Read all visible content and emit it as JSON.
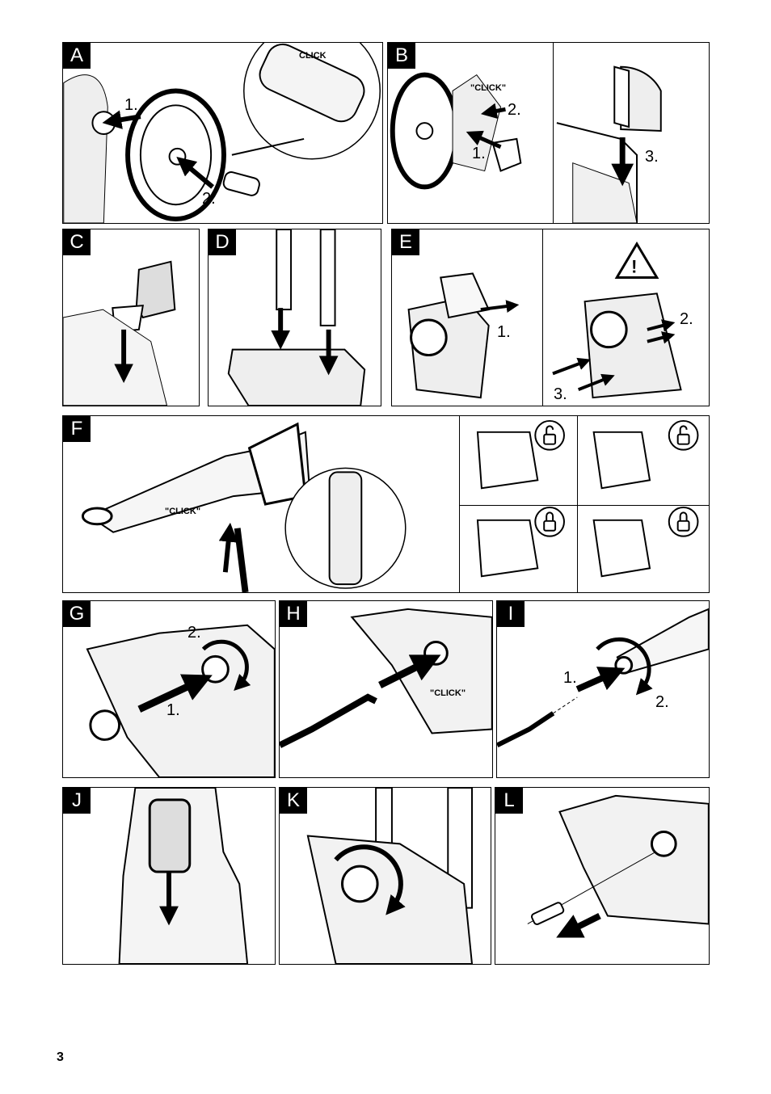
{
  "page": {
    "number": "3"
  },
  "click_text": "\"CLICK\"",
  "click_text_plain": "CLICK",
  "steps": {
    "s1": "1.",
    "s2": "2.",
    "s3": "3."
  },
  "warning_symbol": "!",
  "panels": {
    "A": {
      "letter": "A"
    },
    "B": {
      "letter": "B"
    },
    "C": {
      "letter": "C"
    },
    "D": {
      "letter": "D"
    },
    "E": {
      "letter": "E"
    },
    "F": {
      "letter": "F"
    },
    "G": {
      "letter": "G"
    },
    "H": {
      "letter": "H"
    },
    "I": {
      "letter": "I"
    },
    "J": {
      "letter": "J"
    },
    "K": {
      "letter": "K"
    },
    "L": {
      "letter": "L"
    }
  },
  "icons": [
    "arrow-icon",
    "padlock-open-icon",
    "padlock-closed-icon",
    "warning-triangle-icon",
    "rotate-arrow-icon"
  ]
}
